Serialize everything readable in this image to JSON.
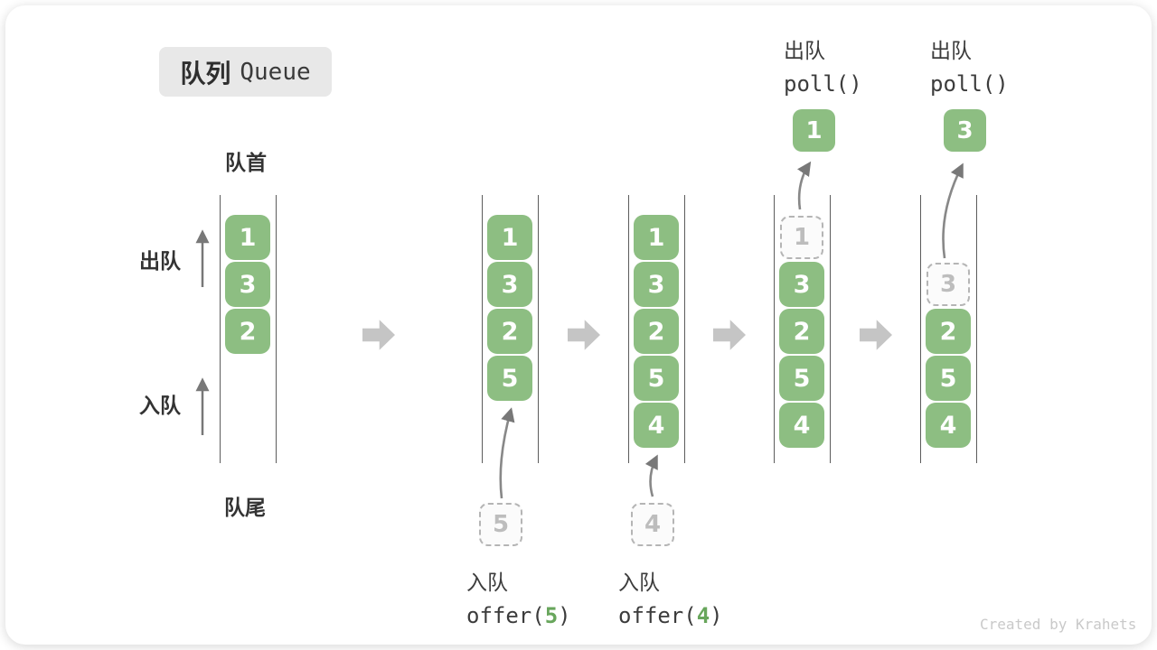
{
  "title": {
    "zh": "队列",
    "en": "Queue"
  },
  "side_labels": {
    "front": "队首",
    "rear": "队尾",
    "dequeue": "出队",
    "enqueue": "入队"
  },
  "states": [
    {
      "cells": [
        "1",
        "3",
        "2"
      ]
    },
    {
      "cells": [
        "1",
        "3",
        "2",
        "5"
      ],
      "incoming": "5"
    },
    {
      "cells": [
        "1",
        "3",
        "2",
        "5",
        "4"
      ],
      "incoming": "4"
    },
    {
      "removed": "1",
      "cells": [
        "3",
        "2",
        "5",
        "4"
      ],
      "out": "1"
    },
    {
      "removed": "3",
      "cells": [
        "2",
        "5",
        "4"
      ],
      "out": "3"
    }
  ],
  "ops": {
    "enqueue1": {
      "name": "入队",
      "fn": "offer(",
      "arg": "5",
      "close": ")"
    },
    "enqueue2": {
      "name": "入队",
      "fn": "offer(",
      "arg": "4",
      "close": ")"
    },
    "dequeue1": {
      "name": "出队",
      "fn": "poll()"
    },
    "dequeue2": {
      "name": "出队",
      "fn": "poll()"
    }
  },
  "watermark": "Created by Krahets",
  "colors": {
    "cell_green": "#8dbe82",
    "arg_green": "#68a65c",
    "flow_arrow_gray": "#c5c5c5",
    "ghost_border": "#b5b5b5",
    "badge_bg": "#e8e8e8"
  }
}
